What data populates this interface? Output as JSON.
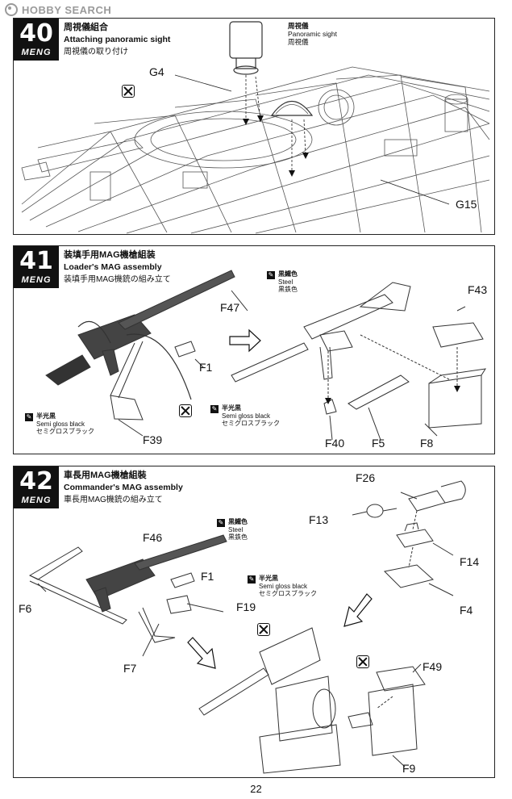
{
  "watermark": {
    "text": "HOBBY SEARCH"
  },
  "page_number": "22",
  "steps": [
    {
      "number": "40",
      "brand": "MENG",
      "title_jp": "周視儀組合",
      "title_en": "Attaching panoramic sight",
      "title_jp2": "周視儀の取り付け",
      "notes": [
        {
          "jp": "周視儀",
          "en": "Panoramic sight",
          "jp2": "周視儀"
        }
      ],
      "parts": [
        "G4",
        "G15"
      ]
    },
    {
      "number": "41",
      "brand": "MENG",
      "title_jp": "装填手用MAG機槍組装",
      "title_en": "Loader's MAG assembly",
      "title_jp2": "装填手用MAG機銃の組み立て",
      "paints": [
        {
          "jp": "黒鐵色",
          "en": "Steel",
          "jp2": "黒鉄色"
        },
        {
          "jp": "半光黒",
          "en": "Semi gloss black",
          "jp2": "セミグロスブラック"
        },
        {
          "jp": "半光黒",
          "en": "Semi gloss black",
          "jp2": "セミグロスブラック"
        }
      ],
      "parts": [
        "F47",
        "F43",
        "F1",
        "F39",
        "F40",
        "F5",
        "F8"
      ]
    },
    {
      "number": "42",
      "brand": "MENG",
      "title_jp": "車長用MAG機槍組裝",
      "title_en": "Commander's MAG assembly",
      "title_jp2": "車長用MAG機銃の組み立て",
      "paints": [
        {
          "jp": "黒鐵色",
          "en": "Steel",
          "jp2": "黒鉄色"
        },
        {
          "jp": "半光黒",
          "en": "Semi gloss black",
          "jp2": "セミグロスブラック"
        }
      ],
      "parts": [
        "F26",
        "F13",
        "F46",
        "F14",
        "F1",
        "F6",
        "F19",
        "F4",
        "F7",
        "F49",
        "F9"
      ]
    }
  ],
  "icons": {
    "glue": "cement-icon",
    "paint": "brush-icon",
    "arrow": "assembly-arrow-icon"
  },
  "colors": {
    "line": "#333333",
    "panel_border": "#222222",
    "badge": "#111111",
    "watermark": "#9a9a9a"
  }
}
